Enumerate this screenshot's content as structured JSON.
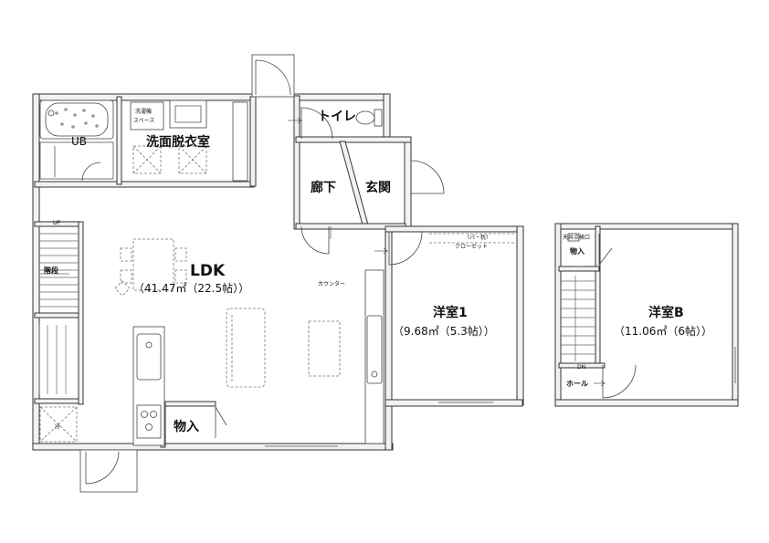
{
  "rooms": {
    "ldk": {
      "name": "LDK",
      "area": "（41.47㎡（22.5帖））"
    },
    "washroom": {
      "name": "洗面脱衣室"
    },
    "toilet": {
      "name": "トイレ"
    },
    "hallway": {
      "name": "廊下"
    },
    "entrance": {
      "name": "玄関"
    },
    "room1": {
      "name": "洋室1",
      "area": "（9.68㎡（5.3帖））"
    },
    "roomB": {
      "name": "洋室B",
      "area": "（11.06㎡（6帖））"
    },
    "stairs": {
      "name": "階段"
    },
    "storage_ldk": {
      "name": "物入"
    },
    "storage_b": {
      "name": "物入"
    },
    "hall": {
      "name": "ホール"
    }
  },
  "labels": {
    "ub": "UB",
    "washer_line1": "洗濯機",
    "washer_line2": "スペース",
    "closet_line1": "（パ・枕）",
    "closet_line2": "クローゼット",
    "counter": "カウンター",
    "up": "UP",
    "dn": "DN",
    "ceiling_hatch": "天井点検口",
    "fridge": "冷"
  }
}
